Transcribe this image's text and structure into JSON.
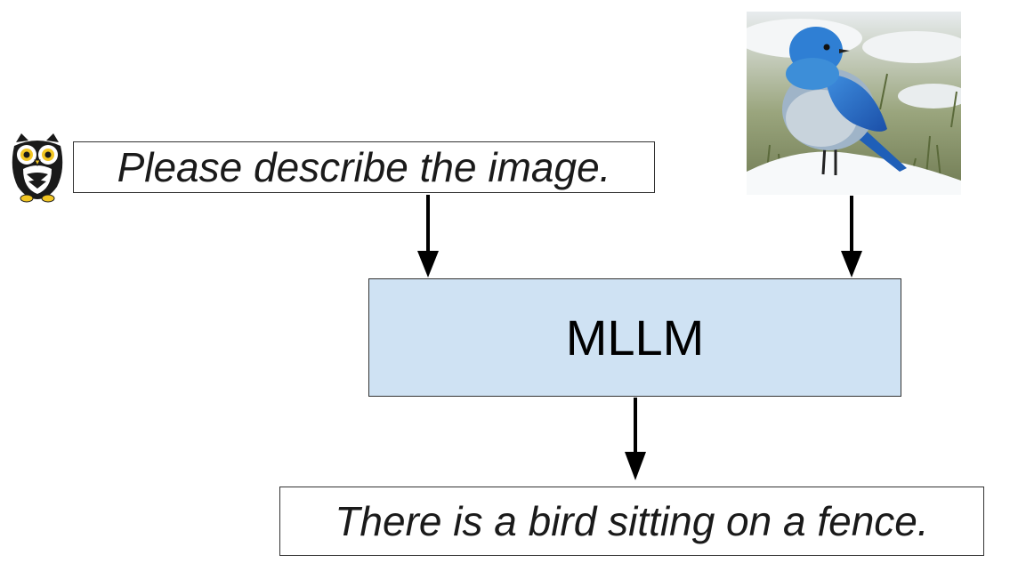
{
  "diagram": {
    "prompt": {
      "icon": "owl-icon",
      "text": "Please describe the image."
    },
    "image_input": {
      "subject": "bird-photo"
    },
    "model": {
      "label": "MLLM"
    },
    "output": {
      "text": "There is a bird sitting on a fence."
    },
    "colors": {
      "model_fill": "#cfe2f3",
      "border": "#333333",
      "arrow": "#000000",
      "bird_blue": "#2a74c9"
    }
  }
}
